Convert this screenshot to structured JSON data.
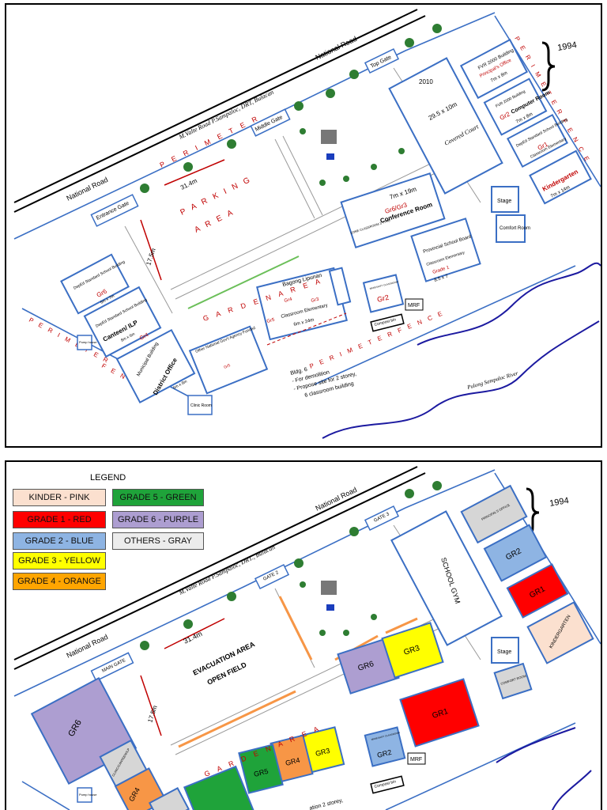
{
  "colors": {
    "kinder": "#fbe0cf",
    "grade1": "#ff0000",
    "grade2": "#8eb4e3",
    "grade3": "#ffff00",
    "grade4": "#f79646",
    "grade5": "#1fa33a",
    "grade6": "#ad9ed1",
    "others": "#d6d6d6",
    "fence": "#3b6fc4",
    "river": "#1c1aa0",
    "arrow": "#c00000",
    "label_red": "#c00000"
  },
  "top_map": {
    "roads": [
      "National Road",
      "National Road",
      "M.Valte Road P.Sampaloc, DRT, Bulacan"
    ],
    "fence_labels": [
      "P E R I M E T E R   F E N C E",
      "P E R I M E T E R",
      "F E N C E",
      "P E R I M E T E R  F E N C E",
      "P E R I M E T E R",
      "F E N C E"
    ],
    "gates": [
      "Entrance Gate",
      "Middle Gate",
      "Top Gate"
    ],
    "parking": [
      "P A R K I N G",
      "A R E A"
    ],
    "garden": "G A R D E N   A R E A",
    "dim_width": "31.4m",
    "dim_height": "17.5m",
    "year_label": "1994",
    "covered_court": {
      "year": "2010",
      "size": "29.5 x 10m",
      "name": "Covered Court"
    },
    "principal": {
      "text": "FVR 2000 Building",
      "red": "Principal's Office",
      "size": "7m x 8m"
    },
    "computer": {
      "text": "FVR 2000 Building",
      "red": "Gr2",
      "name": "Computer Room",
      "size": "7m x 8m"
    },
    "gr1": {
      "text": "DepEd Standard School Building",
      "red": "Gr1",
      "sub": "Classroom Elementary"
    },
    "kindergarten": {
      "red": "Kindergarten",
      "size": "7m x 14m"
    },
    "stage": "Stage",
    "comfort_room": "Comfort Room",
    "conference": {
      "size": "7m x 19m",
      "red": "Gr6/Gr3",
      "name": "Conference Room",
      "type": "ZONE CLASSROOM 3 TYPE"
    },
    "provincial": {
      "name": "Provincial School Board",
      "sub": "Classroom Elementary",
      "red": "Grade 1",
      "size": "8.5 x 7"
    },
    "gr2_small": {
      "red": "Gr2",
      "text": "MAKESHIFT CLASSROOM"
    },
    "mrf": "MRF",
    "compost": "Compost bin",
    "bagong": {
      "name": "Bagong Lipunan",
      "sub": "Classroom Elementary",
      "size": "6m x 24m",
      "labels": [
        "Gr5",
        "Gr4",
        "Gr3"
      ]
    },
    "other_agency": {
      "name": "Other National Gov't Agency Funded",
      "red": "Gr5"
    },
    "gr6": {
      "text": "DepEd Standard School Building",
      "red": "Gr6",
      "size": "6m x 7m"
    },
    "canteen": {
      "text": "DepEd Standard School Building",
      "name": "Canteen/ ILP",
      "size": "8m x 6m",
      "red": "Gr4"
    },
    "district": {
      "text": "Municipal Building",
      "name": "District Office",
      "size": "6m x 8m"
    },
    "clinic": "Clinic Room",
    "pump": "Pump house",
    "demolition_note": [
      "Bldg. 6",
      "- For demolition",
      "- Propose site for 2 storey,",
      "6 classroom building"
    ],
    "river": "Pulong Sampaloc River"
  },
  "legend": {
    "title": "LEGEND",
    "items": [
      {
        "label": "KINDER - PINK",
        "color": "#fbe0cf"
      },
      {
        "label": "GRADE 5 - GREEN",
        "color": "#1fa33a"
      },
      {
        "label": "GRADE 1 - RED",
        "color": "#ff0000"
      },
      {
        "label": "GRADE 6 - PURPLE",
        "color": "#ad9ed1"
      },
      {
        "label": "GRADE 2 - BLUE",
        "color": "#8eb4e3"
      },
      {
        "label": "OTHERS - GRAY",
        "color": "#d6d6d6"
      },
      {
        "label": "GRADE 3 - YELLOW",
        "color": "#ffff00"
      },
      {
        "label": "GRADE 4 - ORANGE",
        "color": "#ffa500"
      }
    ]
  },
  "bottom_map": {
    "roads": [
      "National Road",
      "National Road",
      "M.Valte Road P.Sampaloc, DRT., Bulacan"
    ],
    "gates": [
      "MAIN GATE",
      "GATE 2",
      "GATE 3"
    ],
    "evacuation": [
      "EVACUATION AREA",
      "OPEN FIELD"
    ],
    "school_gym": "SCHOOL GYM",
    "garden": "G A R D E N   A R E A",
    "dim_width": "31.4m",
    "dim_height": "17.5m",
    "year_label": "1994",
    "principal": "PRINCIPAL'S OFFICE",
    "kindergarten": "KINDERGARTEN",
    "stage": "Stage",
    "comfort_room": "COMFORT ROOM",
    "makeshift": "MAKESHIFT CLASSROOM",
    "clinic": "CLINIC/CANTEEN/ILP",
    "mrf": "MRF",
    "compost": "Compost bin",
    "pump": "Pump house",
    "note": "ation 2 storey,",
    "labels": {
      "gr1": "GR1",
      "gr2": "GR2",
      "gr3": "GR3",
      "gr4": "GR4",
      "gr5": "GR5",
      "gr6": "GR6"
    }
  }
}
